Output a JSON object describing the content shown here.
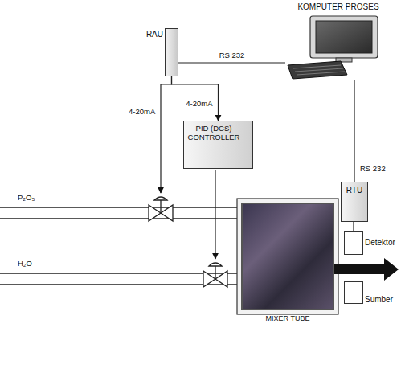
{
  "diagram": {
    "nodes": [
      {
        "text": [
          "KOMPUTER PROSES"
        ]
      },
      {
        "text": [
          "RAU"
        ]
      },
      {
        "text": [
          "PID (DCS) CONTROLLER"
        ]
      },
      {
        "text": [
          "RTU"
        ]
      },
      {
        "text": [
          "MIXER TUBE"
        ]
      },
      {
        "text": [
          "Detektor"
        ]
      },
      {
        "text": [
          "Sumber"
        ]
      }
    ],
    "edges": [
      {
        "from": 1,
        "to": 0,
        "label": "RS 232",
        "arrow": "none"
      },
      {
        "from": 0,
        "to": 3,
        "label": "RS 232",
        "arrow": "none"
      },
      {
        "from": 1,
        "to": 2,
        "label": "4-20mA",
        "arrow": "to"
      },
      {
        "from": 3,
        "to": 5,
        "arrow": "none"
      }
    ],
    "labels": [
      "4-20mA",
      "P₂O₅",
      "H₂O"
    ]
  }
}
